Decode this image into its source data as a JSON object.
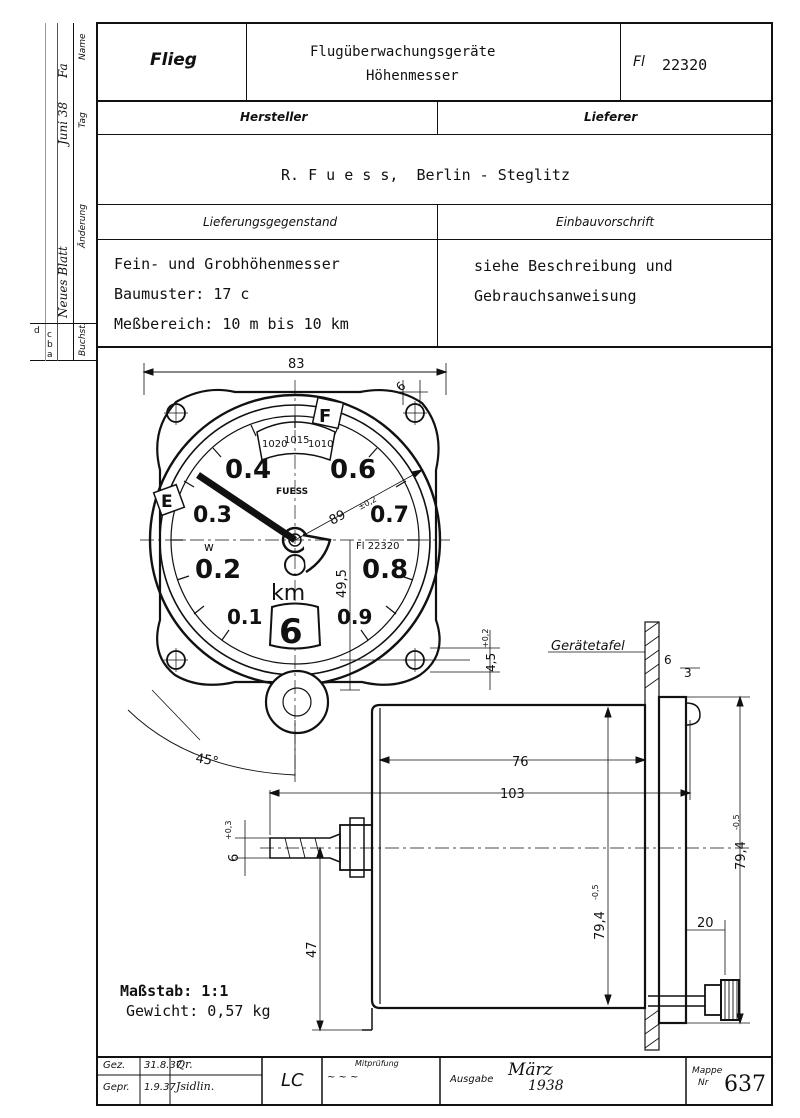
{
  "header": {
    "company": "Flieg",
    "category": "Flugüberwachungsgeräte",
    "device": "Höhenmesser",
    "number_prefix": "Fl",
    "number": "22320"
  },
  "columns": {
    "manufacturer_label": "Hersteller",
    "supplier_label": "Lieferer",
    "manufacturer_value": "R. F u e s s,  Berlin - Steglitz"
  },
  "delivery": {
    "label": "Lieferungsgegenstand",
    "lines": [
      "Fein- und Grobhöhenmesser",
      "Baumuster: 17 c",
      "Meßbereich: 10 m bis 10 km"
    ]
  },
  "installation": {
    "label": "Einbauvorschrift",
    "lines": [
      "siehe Beschreibung und",
      "Gebrauchsanweisung"
    ]
  },
  "side_margin": {
    "labels": [
      "Name",
      "Tag",
      "Änderung",
      "Buchst."
    ],
    "letters": [
      "d",
      "c",
      "b",
      "a"
    ],
    "entries": [
      "Neues Blatt",
      "Juni 38",
      "Fa"
    ]
  },
  "gauge": {
    "labels": [
      "0.4",
      "0.6",
      "0.3",
      "0.7",
      "0.2",
      "0.8",
      "0.1",
      "0.9"
    ],
    "unit": "km",
    "fine_scale": [
      "1020",
      "1015",
      "1010"
    ],
    "window": "6",
    "marker_F": "F",
    "marker_E": "E",
    "tag": "Fl 22320",
    "brand": "FUESS",
    "w_mark": "w"
  },
  "dimensions": {
    "width": "83",
    "tab": "6",
    "diag": "89",
    "diag_tol": "±0,2",
    "v495": "49,5",
    "v45": "4,5",
    "v45_tol": "+0,2",
    "angle": "45°",
    "panel_label": "Gerätetafel",
    "panel_6": "6",
    "panel_3": "3",
    "d76": "76",
    "d103": "103",
    "nozzle": "6",
    "nozzle_tol": "+0,3",
    "dia_left": "79,4",
    "dia_left_tol": "-0,5",
    "dia_right": "79,4",
    "dia_right_tol": "-0,5",
    "d20": "20",
    "d47": "47"
  },
  "scale": {
    "scale_label": "Maßstab: 1:1",
    "weight_label": "Gewicht: 0,57 kg"
  },
  "footer": {
    "drawn_label": "Gez.",
    "drawn_date": "31.8.37",
    "drawn_name": "Qr.",
    "checked_label": "Gepr.",
    "checked_date": "1.9.37",
    "checked_name": "Jsidlin.",
    "initials": "LC",
    "review_label": "Mitprüfung",
    "issue_label": "Ausgabe",
    "issue_month": "März",
    "issue_year": "1938",
    "folder_label": "Mappe",
    "folder_nr_label": "Nr",
    "folder_value": "637"
  }
}
